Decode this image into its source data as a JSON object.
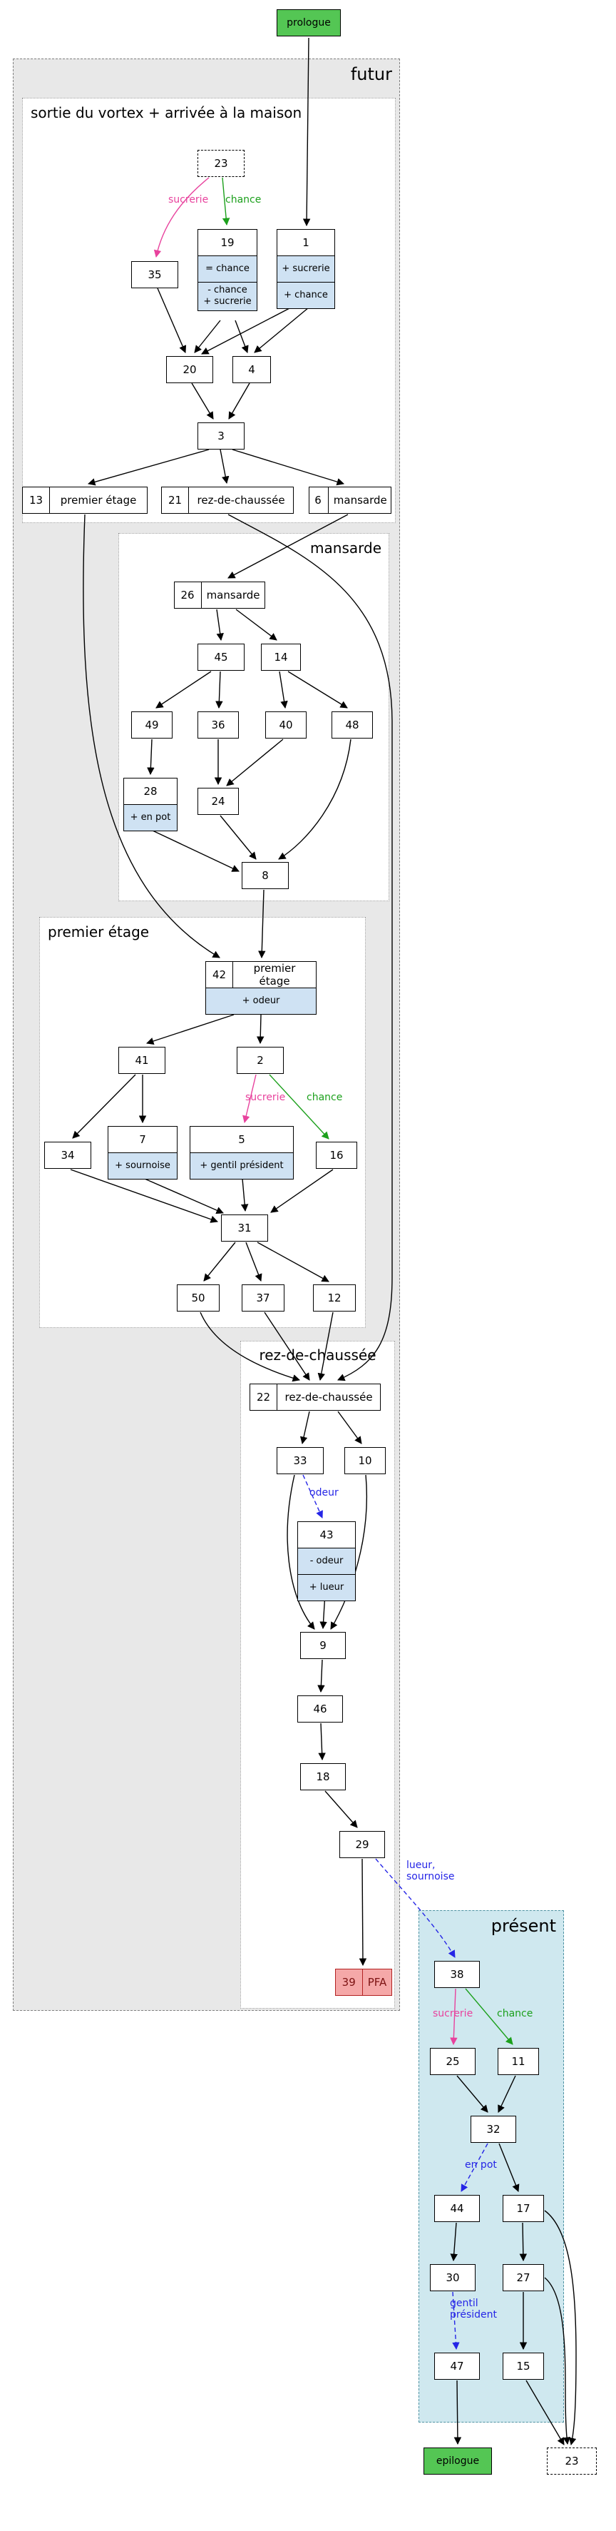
{
  "endpoints": {
    "prologue": "prologue",
    "epilogue": "epilogue"
  },
  "containers": {
    "futur": "futur",
    "sortie": "sortie du vortex + arrivée à la maison",
    "mansarde": "mansarde",
    "premier": "premier étage",
    "rdc": "rez-de-chaussée",
    "present": "présent"
  },
  "nodes": {
    "n23t": "23",
    "n19": {
      "num": "19",
      "rows": [
        "= chance",
        "- chance\n+ sucrerie"
      ]
    },
    "n1": {
      "num": "1",
      "rows": [
        "+ sucrerie",
        "+ chance"
      ]
    },
    "n35": "35",
    "n20": "20",
    "n4": "4",
    "n3": "3",
    "n13": {
      "num": "13",
      "label": "premier étage"
    },
    "n21": {
      "num": "21",
      "label": "rez-de-chaussée"
    },
    "n6": {
      "num": "6",
      "label": "mansarde"
    },
    "n26": {
      "num": "26",
      "label": "mansarde"
    },
    "n45": "45",
    "n14": "14",
    "n49": "49",
    "n36": "36",
    "n40": "40",
    "n48": "48",
    "n28": {
      "num": "28",
      "rows": [
        "+ en pot"
      ]
    },
    "n24": "24",
    "n8": "8",
    "n42": {
      "num": "42",
      "label": "premier étage",
      "rows": [
        "+ odeur"
      ]
    },
    "n41": "41",
    "n2": "2",
    "n34": "34",
    "n7": {
      "num": "7",
      "rows": [
        "+ sournoise"
      ]
    },
    "n5": {
      "num": "5",
      "rows": [
        "+ gentil président"
      ]
    },
    "n16": "16",
    "n31": "31",
    "n50": "50",
    "n37": "37",
    "n12": "12",
    "n22": {
      "num": "22",
      "label": "rez-de-chaussée"
    },
    "n33": "33",
    "n10": "10",
    "n43": {
      "num": "43",
      "rows": [
        "- odeur",
        "+ lueur"
      ]
    },
    "n9": "9",
    "n46": "46",
    "n18": "18",
    "n29": "29",
    "n39": {
      "num": "39",
      "label": "PFA"
    },
    "n38": "38",
    "n25": "25",
    "n11": "11",
    "n32": "32",
    "n44": "44",
    "n17": "17",
    "n30": "30",
    "n27": "27",
    "n47": "47",
    "n15": "15",
    "n23b": "23"
  },
  "edge_labels": {
    "s1": "sucrerie",
    "c1": "chance",
    "s3": "sucrerie",
    "c3": "chance",
    "odeur": "odeur",
    "lueur": "lueur,\nsournoise",
    "s2": "sucrerie",
    "c2": "chance",
    "enpot": "en pot",
    "gentil": "gentil\nprésident"
  },
  "colors": {
    "stat_row_blue": "#cfe2f3",
    "endpoint_green": "#54c654",
    "pfa_red": "#f5a8a8",
    "pfa_border": "#b22222",
    "edge_pink": "#e8429d",
    "edge_green": "#1ca01c",
    "edge_blue": "#2525e6",
    "futur_bg": "#e8e8e8",
    "present_bg": "#cfe8ef"
  }
}
